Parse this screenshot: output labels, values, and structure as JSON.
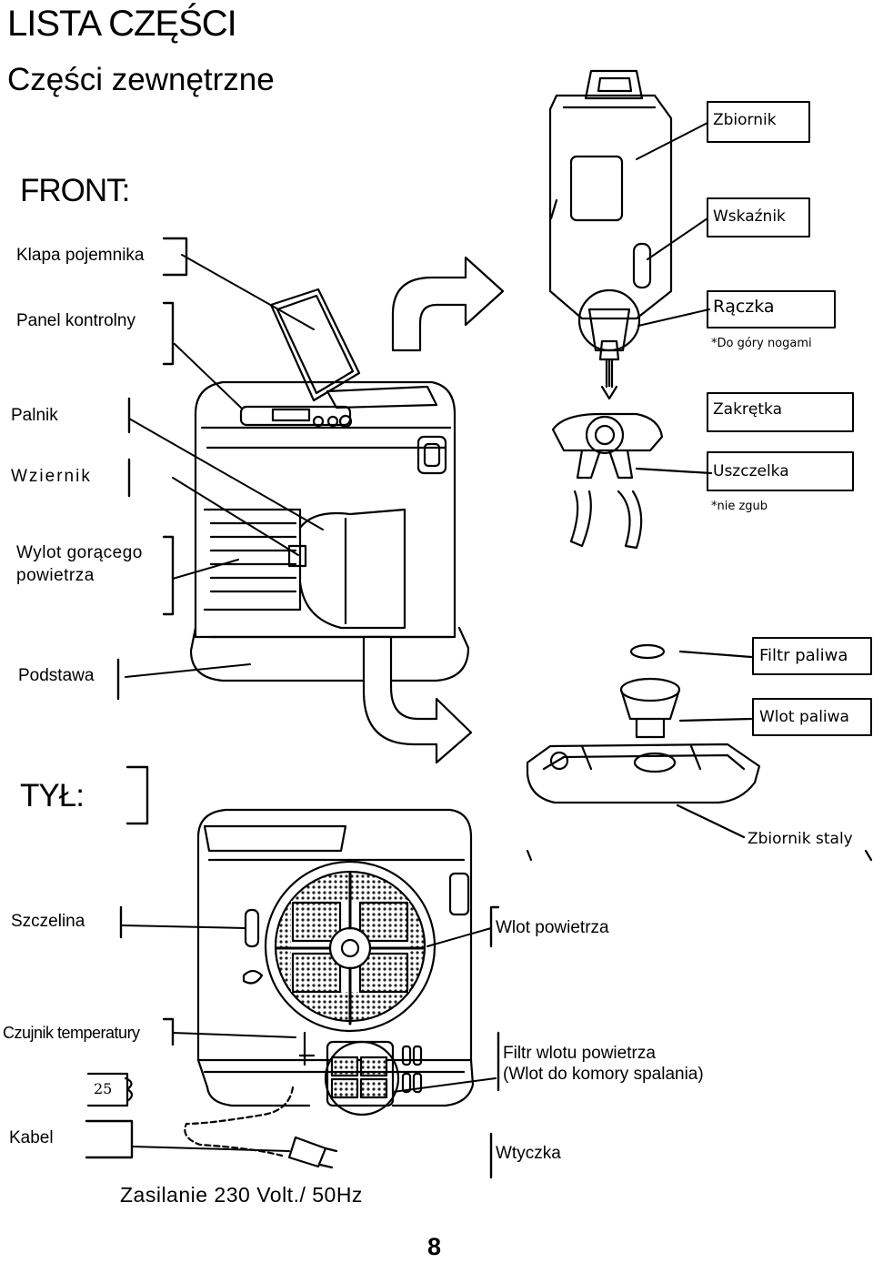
{
  "header": {
    "title": "LISTA CZĘŚCI",
    "subtitle": "Części zewnętrzne"
  },
  "front": {
    "heading": "FRONT:",
    "labels": [
      "Klapa pojemnika",
      "Panel kontrolny",
      "Palnik",
      "Wziernik",
      "Wylot gorącego",
      "powietrza",
      "Podstawa"
    ]
  },
  "tank": {
    "labels": [
      "Zbiornik",
      "Wskaźnik",
      "Rączka",
      "Zakrętka",
      "Uszczelka",
      "Filtr paliwa",
      "Wlot paliwa",
      "Zbiornik staly"
    ],
    "notes": [
      "*Do góry nogami",
      "*nie zgub"
    ]
  },
  "back": {
    "heading": "TYŁ:",
    "labels": [
      "Szczelina",
      "Wlot  powietrza",
      "Czujnik temperatury",
      "Filtr wlotu powietrza",
      "(Wlot do komory spalania)",
      "Kabel",
      "Wtyczka"
    ],
    "sensor_value": "25"
  },
  "footer": {
    "power": "Zasilanie  230 Volt./ 50Hz",
    "page_number": "8"
  }
}
